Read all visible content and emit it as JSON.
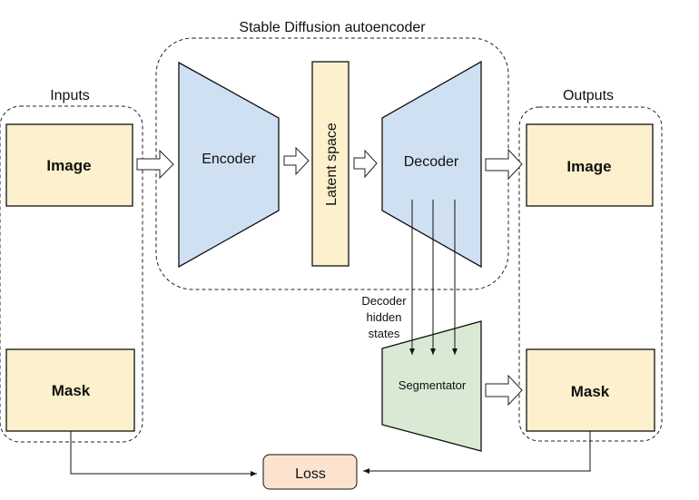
{
  "groups": {
    "autoencoder": "Stable Diffusion autoencoder",
    "inputs": "Inputs",
    "outputs": "Outputs"
  },
  "nodes": {
    "input_image": "Image",
    "input_mask": "Mask",
    "encoder": "Encoder",
    "latent": "Latent space",
    "decoder": "Decoder",
    "output_image": "Image",
    "output_mask": "Mask",
    "segmentator": "Segmentator",
    "loss": "Loss"
  },
  "edge_labels": {
    "hidden_states": [
      "Decoder",
      "hidden",
      "states"
    ]
  },
  "colors": {
    "io_fill": "#fdf0cc",
    "coder_fill": "#cfe0f2",
    "seg_fill": "#d8ead3",
    "loss_fill": "#fbe3d0"
  }
}
